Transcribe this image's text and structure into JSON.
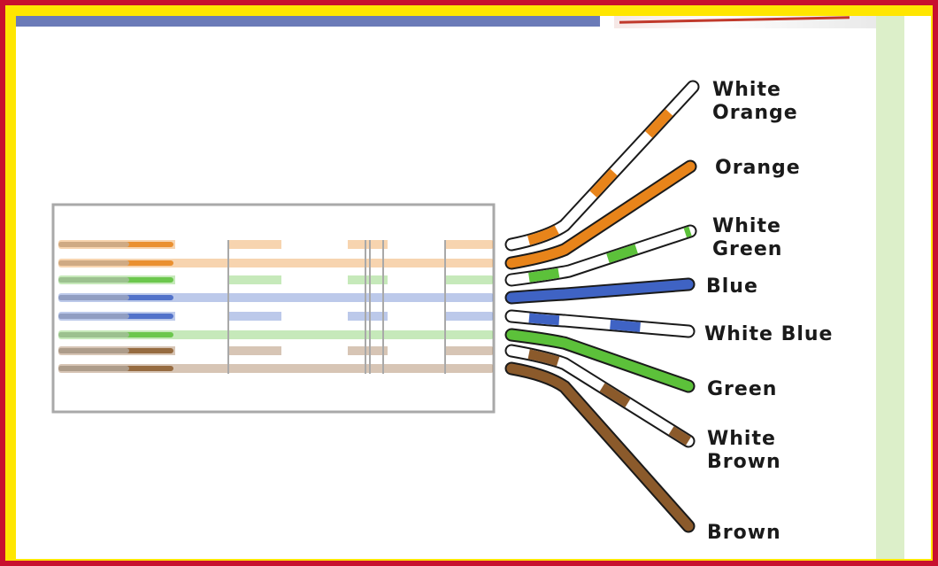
{
  "wires": [
    {
      "id": "white-orange",
      "label_lines": [
        "White",
        "Orange"
      ],
      "base": "#ffffff",
      "stripe": "#e8841a"
    },
    {
      "id": "orange",
      "label_lines": [
        "Orange"
      ],
      "base": "#e8841a",
      "stripe": ""
    },
    {
      "id": "white-green",
      "label_lines": [
        "White",
        "Green"
      ],
      "base": "#ffffff",
      "stripe": "#5cc13a"
    },
    {
      "id": "blue",
      "label_lines": [
        "Blue"
      ],
      "base": "#3f63c4",
      "stripe": ""
    },
    {
      "id": "white-blue",
      "label_lines": [
        "White Blue"
      ],
      "base": "#ffffff",
      "stripe": "#3f63c4"
    },
    {
      "id": "green",
      "label_lines": [
        "Green"
      ],
      "base": "#5cc13a",
      "stripe": ""
    },
    {
      "id": "white-brown",
      "label_lines": [
        "White",
        "Brown"
      ],
      "base": "#ffffff",
      "stripe": "#8b5a2b"
    },
    {
      "id": "brown",
      "label_lines": [
        "Brown"
      ],
      "base": "#8b5a2b",
      "stripe": ""
    }
  ],
  "colors": {
    "frame_red": "#c8102e",
    "frame_yellow": "#ffe600",
    "top_bar": "#6b7bb8",
    "side_panel": "#dcefc9",
    "connector_outline": "#a9a9a9"
  }
}
